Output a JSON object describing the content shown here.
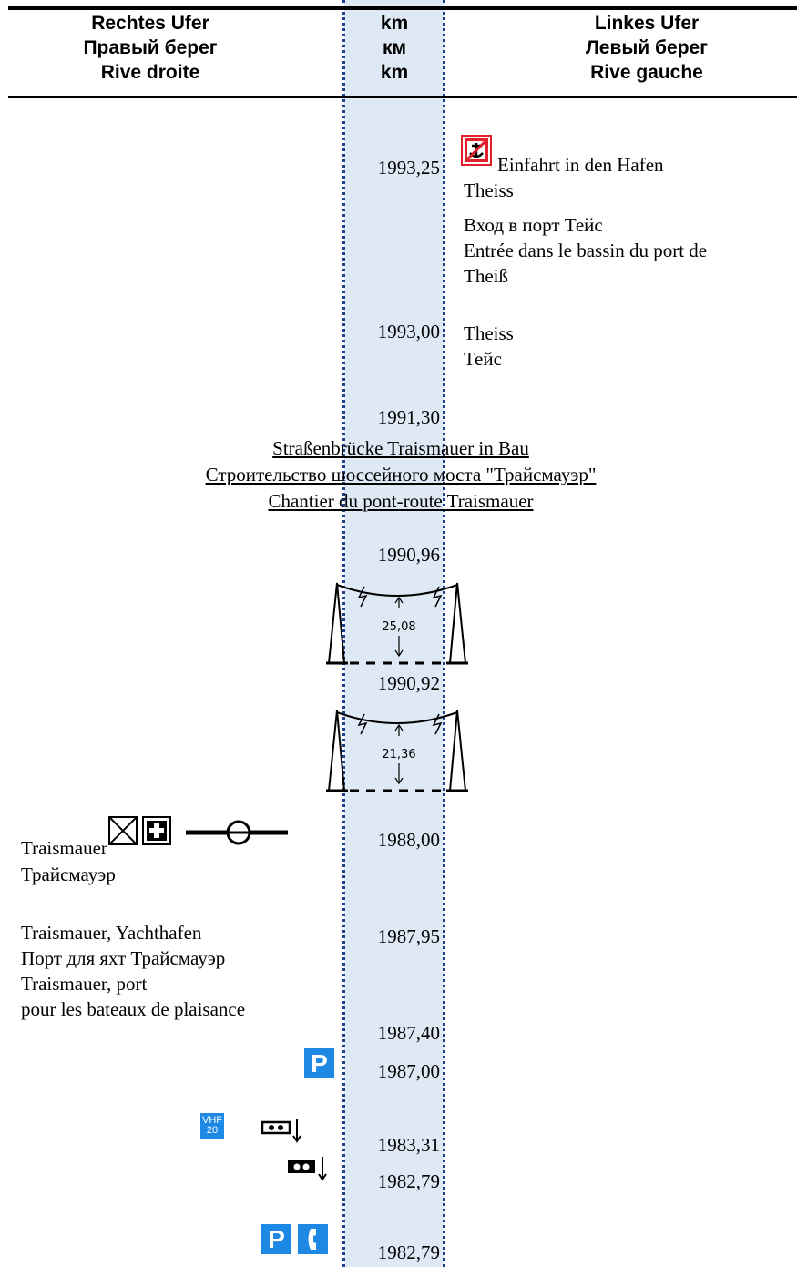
{
  "header": {
    "left": [
      "Rechtes Ufer",
      "Правый берег",
      "Rive droite"
    ],
    "center": [
      "km",
      "км",
      "km"
    ],
    "right": [
      "Linkes Ufer",
      "Левый берег",
      "Rive gauche"
    ]
  },
  "entries": {
    "e1": {
      "km": "1993,25",
      "lines": [
        "Einfahrt in den Hafen",
        "Theiss",
        "Вход в порт Тейс",
        "Entrée dans le bassin du port de",
        "Theiß"
      ],
      "icon": "no-anchoring-sign-icon"
    },
    "e2": {
      "km": "1993,00",
      "lines": [
        "Theiss",
        "Тейс"
      ]
    },
    "e3": {
      "km": "1991,30",
      "lines": [
        "Straßenbrücke Traismauer in Bau",
        "Строительство шоссейного моста \"Трайсмауэр\"",
        "Chantier du pont-route Traismauer"
      ]
    },
    "e4": {
      "km": "1990,96",
      "clearance": "25,08",
      "icon": "power-line-clearance-icon"
    },
    "e5": {
      "km": "1990,92",
      "clearance": "21,36",
      "icon": "power-line-clearance-icon"
    },
    "e6": {
      "km": "1988,00",
      "lines": [
        "Traismauer",
        "Трайсмауэр"
      ],
      "icons": [
        "customs-box-icon",
        "first-aid-icon",
        "ferry-cable-icon"
      ]
    },
    "e7": {
      "km": "1987,95",
      "lines": [
        "Traismauer, Yachthafen",
        "Порт для яхт Трайсмауэр",
        "Traismauer, port",
        "pour les bateaux de plaisance"
      ]
    },
    "e8": {
      "km": "1987,40"
    },
    "e9": {
      "km": "1987,00",
      "parking_label": "P"
    },
    "e10": {
      "km": "1983,31",
      "vhf_label": [
        "VHF",
        "20"
      ],
      "icon": "signal-lights-icon"
    },
    "e11": {
      "km": "1982,79",
      "icon": "signal-lights-filled-icon"
    },
    "e12": {
      "km": "1982,79",
      "parking_label": "P",
      "icon": "phone-icon"
    }
  },
  "colors": {
    "band": "#dfe8f5",
    "dotline": "#1f3f8f",
    "sign_blue": "#1e88e5",
    "sign_red": "#e0202a"
  }
}
